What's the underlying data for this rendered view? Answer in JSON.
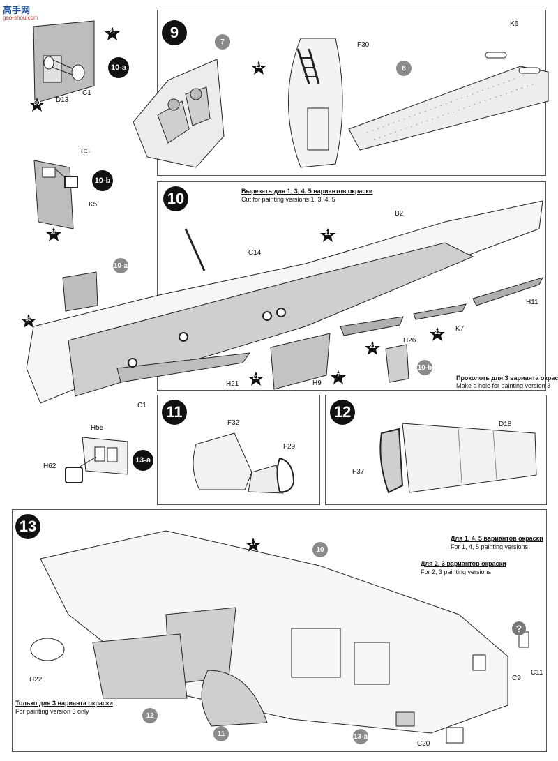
{
  "watermark": {
    "title": "高手网",
    "url": "gao-shou.com"
  },
  "steps": {
    "s9": "9",
    "s10": "10",
    "s11": "11",
    "s12": "12",
    "s13": "13"
  },
  "substeps": {
    "a10": "10-a",
    "b10": "10-b",
    "a13": "13-a"
  },
  "refs": {
    "r7": "7",
    "r8": "8",
    "r10a": "10-a",
    "r10b": "10-b",
    "r10": "10",
    "r11": "11",
    "r12": "12",
    "r13a": "13-a"
  },
  "paints": {
    "p21": "21",
    "p30": "30",
    "p7": "7",
    "p17": "17"
  },
  "parts": {
    "D13": "D13",
    "C1": "C1",
    "C3": "C3",
    "K5": "K5",
    "F30": "F30",
    "K6": "K6",
    "C14": "C14",
    "B2": "B2",
    "H11": "H11",
    "K7": "K7",
    "H26": "H26",
    "H9": "H9",
    "H21": "H21",
    "H55": "H55",
    "H62": "H62",
    "F32": "F32",
    "F29": "F29",
    "D18": "D18",
    "F37": "F37",
    "H22": "H22",
    "C9": "C9",
    "C11": "C11",
    "C20": "C20"
  },
  "notes": {
    "cut_ru": "Вырезать для 1, 3, 4, 5 вариантов окраски",
    "cut_en": "Cut for painting versions 1, 3, 4, 5",
    "hole_ru": "Проколоть для 3 варианта окраски",
    "hole_en": "Make a hole for painting version 3",
    "v145_ru": "Для 1, 4, 5 вариантов окраски",
    "v145_en": "For 1, 4, 5 painting versions",
    "v23_ru": "Для 2, 3 вариантов окраски",
    "v23_en": "For 2, 3 painting versions",
    "v3_ru": "Только для 3 варианта окраски",
    "v3_en": "For painting version 3 only",
    "question": "?"
  }
}
